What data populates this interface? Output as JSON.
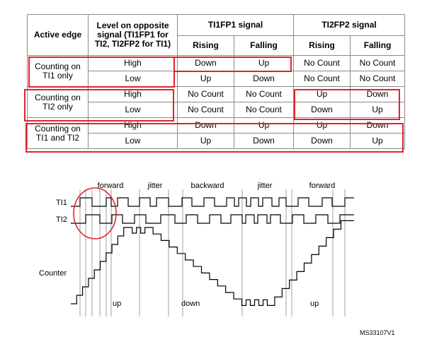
{
  "table": {
    "headers": {
      "active_edge": "Active edge",
      "level": "Level on opposite signal (TI1FP1 for TI2, TI2FP2 for TI1)",
      "ti1fp1": "TI1FP1 signal",
      "ti2fp2": "TI2FP2 signal",
      "rising": "Rising",
      "falling": "Falling"
    },
    "groups": [
      {
        "label": "Counting on TI1 only",
        "rows": [
          {
            "level": "High",
            "ti1_rising": "Down",
            "ti1_falling": "Up",
            "ti2_rising": "No Count",
            "ti2_falling": "No Count"
          },
          {
            "level": "Low",
            "ti1_rising": "Up",
            "ti1_falling": "Down",
            "ti2_rising": "No Count",
            "ti2_falling": "No Count"
          }
        ]
      },
      {
        "label": "Counting on TI2 only",
        "rows": [
          {
            "level": "High",
            "ti1_rising": "No Count",
            "ti1_falling": "No Count",
            "ti2_rising": "Up",
            "ti2_falling": "Down"
          },
          {
            "level": "Low",
            "ti1_rising": "No Count",
            "ti1_falling": "No Count",
            "ti2_rising": "Down",
            "ti2_falling": "Up"
          }
        ]
      },
      {
        "label": "Counting on TI1 and TI2",
        "rows": [
          {
            "level": "High",
            "ti1_rising": "Down",
            "ti1_falling": "Up",
            "ti2_rising": "Up",
            "ti2_falling": "Down"
          },
          {
            "level": "Low",
            "ti1_rising": "Up",
            "ti1_falling": "Down",
            "ti2_rising": "Down",
            "ti2_falling": "Up"
          }
        ]
      }
    ]
  },
  "diagram": {
    "phases": {
      "forward1": "forward",
      "jitter1": "jitter",
      "backward": "backward",
      "jitter2": "jitter",
      "forward2": "forward"
    },
    "signals": {
      "ti1": "TI1",
      "ti2": "TI2",
      "counter": "Counter"
    },
    "direction": {
      "up1": "up",
      "down": "down",
      "up2": "up"
    },
    "figure_id": "MS33107V1"
  },
  "colors": {
    "highlight": "#e0242c",
    "grid": "#8a8a8a"
  }
}
